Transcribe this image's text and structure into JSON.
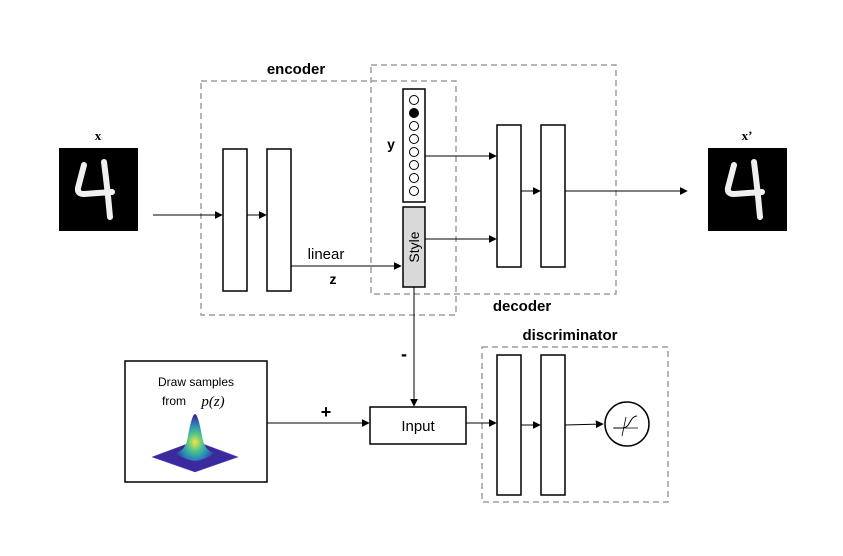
{
  "labels": {
    "input_image": "x",
    "output_image": "x’",
    "encoder": "encoder",
    "decoder": "decoder",
    "discriminator": "discriminator",
    "y": "y",
    "style": "Style",
    "linear": "linear",
    "z": "z",
    "minus": "-",
    "plus": "+",
    "input_box": "Input",
    "draw_samples_line1": "Draw samples",
    "draw_samples_from": "from",
    "draw_samples_expr": "p(z)"
  },
  "digit": {
    "shown": "4"
  },
  "onehot": {
    "count": 8,
    "active_index": 1
  },
  "colors": {
    "dashed": "#9e9e9e",
    "style_fill": "#d9d9d9",
    "digit_bg": "#000000",
    "digit_fg": "#ffffff"
  }
}
